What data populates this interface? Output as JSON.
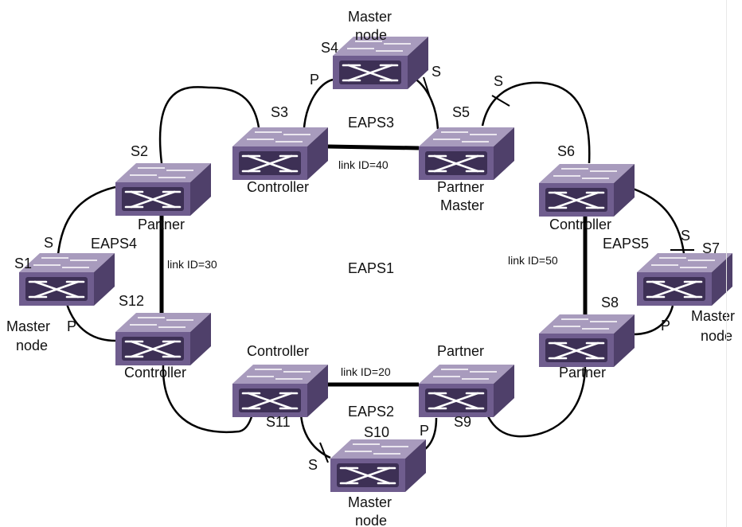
{
  "colors": {
    "switch_top": "#a89bbd",
    "switch_front": "#6f5d8e",
    "switch_side": "#4f406a",
    "switch_panel": "#3d3055",
    "line": "#000000"
  },
  "switches": [
    {
      "id": "S1",
      "name": "S1",
      "role": "Master node",
      "icon": "network-switch-icon"
    },
    {
      "id": "S2",
      "name": "S2",
      "role": "Partner",
      "icon": "network-switch-icon"
    },
    {
      "id": "S3",
      "name": "S3",
      "role": "Controller",
      "icon": "network-switch-icon"
    },
    {
      "id": "S4",
      "name": "S4",
      "role": "Master node",
      "icon": "network-switch-icon"
    },
    {
      "id": "S5",
      "name": "S5",
      "role": "Partner Master",
      "icon": "network-switch-icon"
    },
    {
      "id": "S6",
      "name": "S6",
      "role": "Controller",
      "icon": "network-switch-icon"
    },
    {
      "id": "S7",
      "name": "S7",
      "role": "Master node",
      "icon": "network-switch-icon"
    },
    {
      "id": "S8",
      "name": "S8",
      "role": "Partner",
      "icon": "network-switch-icon"
    },
    {
      "id": "S9",
      "name": "S9",
      "role": "Partner",
      "icon": "network-switch-icon"
    },
    {
      "id": "S10",
      "name": "S10",
      "role": "Master node",
      "icon": "network-switch-icon"
    },
    {
      "id": "S11",
      "name": "S11",
      "role": "Controller",
      "icon": "network-switch-icon"
    },
    {
      "id": "S12",
      "name": "S12",
      "role": "Controller",
      "icon": "network-switch-icon"
    }
  ],
  "rings": [
    "EAPS1",
    "EAPS2",
    "EAPS3",
    "EAPS4",
    "EAPS5"
  ],
  "links": [
    "link ID=40",
    "link ID=30",
    "link ID=50",
    "link ID=20"
  ],
  "port_labels": {
    "secondary": "S",
    "primary": "P"
  },
  "role_lines": {
    "master": "Master",
    "node": "node",
    "partner": "Partner",
    "master_word": "Master",
    "master_cut": "Master"
  }
}
